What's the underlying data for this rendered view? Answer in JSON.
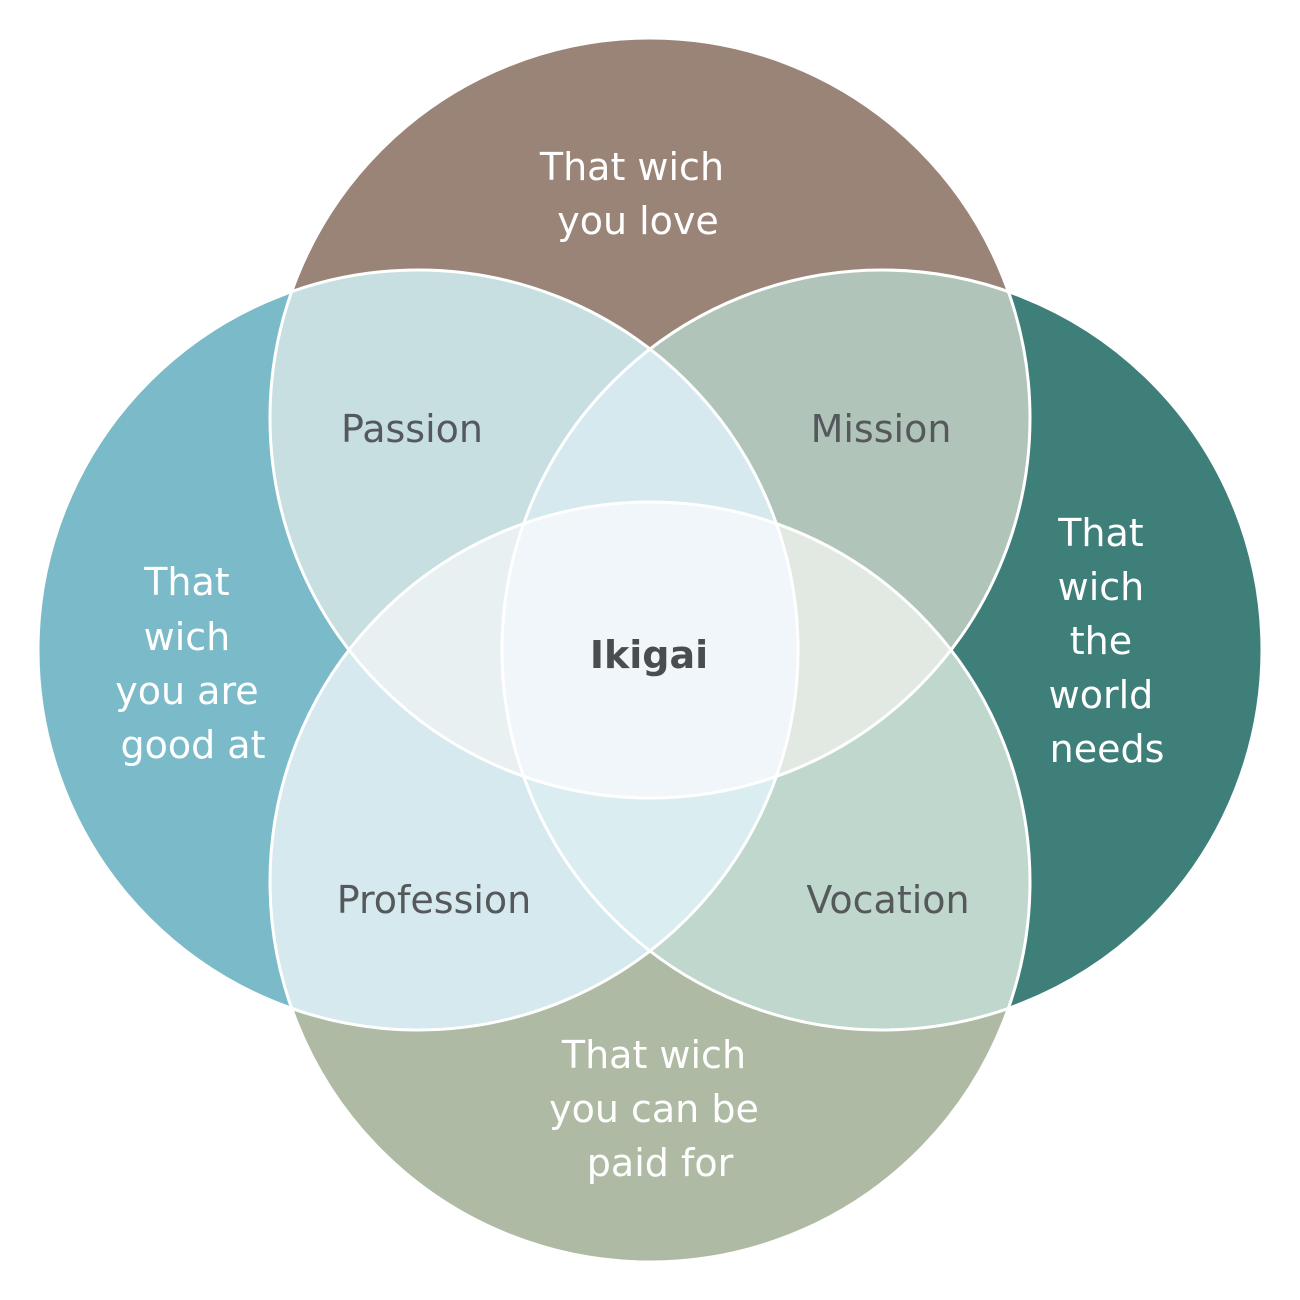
{
  "circles": {
    "top": {
      "lines": [
        "That wich",
        "you love"
      ],
      "color": "#9a8478"
    },
    "left": {
      "lines": [
        "That",
        "wich",
        "you are",
        "good at"
      ],
      "color": "#7bbac8"
    },
    "right": {
      "lines": [
        "That",
        "wich",
        "the",
        "world",
        "needs"
      ],
      "color": "#3f7f79"
    },
    "bottom": {
      "lines": [
        "That wich",
        "you can be",
        "paid for"
      ],
      "color": "#aebaa3"
    }
  },
  "overlaps": {
    "passion": {
      "label": "Passion",
      "color": "#c8dfe2"
    },
    "mission": {
      "label": "Mission",
      "color": "#b1c4ba"
    },
    "profession": {
      "label": "Profession",
      "color": "#d5e9ee"
    },
    "vocation": {
      "label": "Vocation",
      "color": "#bfd7cc"
    }
  },
  "center": {
    "label": "Ikigai",
    "color": "#f0f6f9"
  }
}
